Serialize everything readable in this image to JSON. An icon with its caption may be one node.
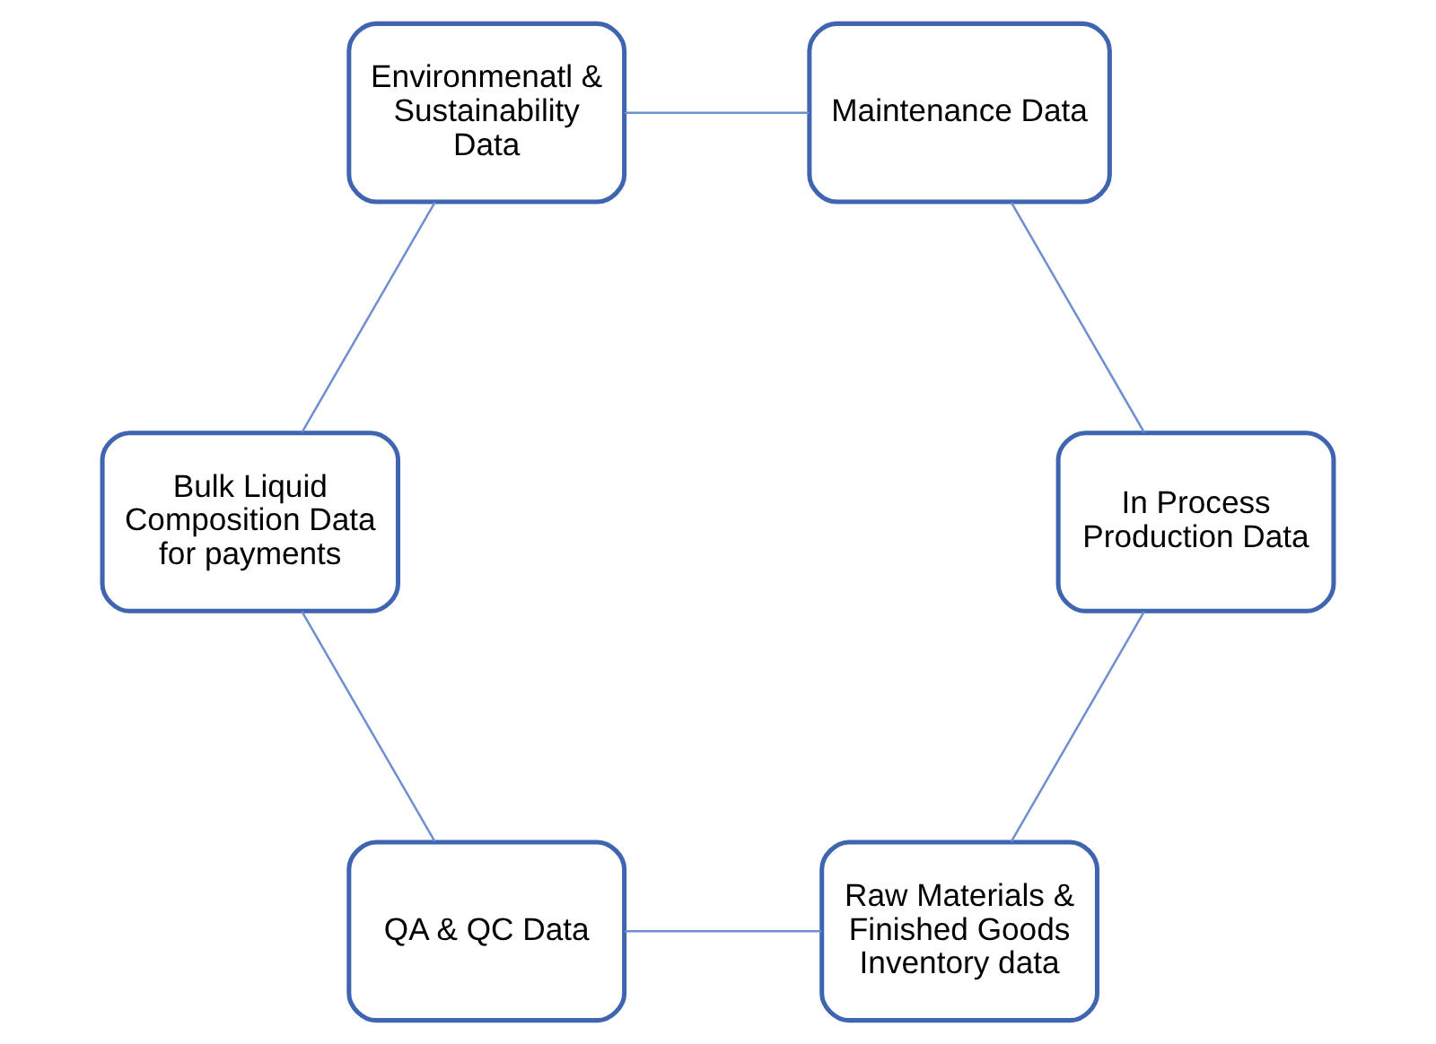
{
  "diagram": {
    "nodes": [
      {
        "text": [
          "Raw Materials & Finished Goods Inventory data"
        ]
      },
      {
        "text": [
          "In Process Production Data"
        ]
      },
      {
        "text": [
          "QA & QC Data"
        ]
      },
      {
        "text": [
          "Maintenance Data"
        ]
      },
      {
        "text": [
          "Bulk Liquid Composition Data for payments"
        ]
      },
      {
        "text": [
          "Environmenatl & Sustainability Data"
        ]
      }
    ],
    "edges": [
      {
        "from": 0,
        "to": 2,
        "arrow": "none"
      },
      {
        "from": 2,
        "to": 4,
        "arrow": "none"
      },
      {
        "from": 4,
        "to": 5,
        "arrow": "none"
      },
      {
        "from": 5,
        "to": 3,
        "arrow": "none"
      },
      {
        "from": 3,
        "to": 1,
        "arrow": "none"
      },
      {
        "from": 1,
        "to": 0,
        "arrow": "none"
      }
    ]
  }
}
